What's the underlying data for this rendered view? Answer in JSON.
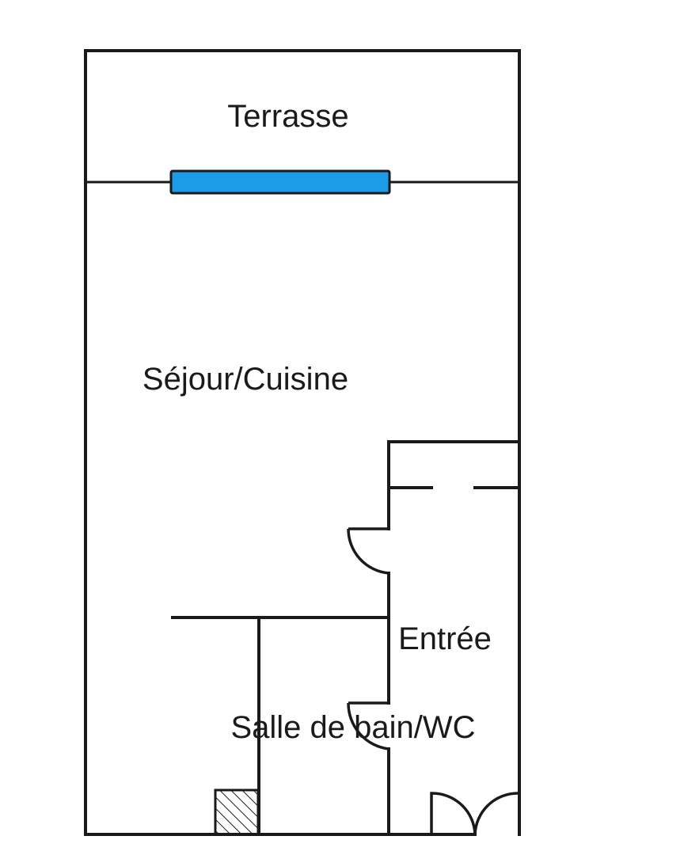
{
  "rooms": {
    "terrasse": "Terrasse",
    "sejour": "Séjour/Cuisine",
    "entree": "Entrée",
    "salle_de_bain": "Salle de bain/WC"
  },
  "colors": {
    "window": "#1c9be6",
    "walls": "#1a1a1a",
    "background": "#ffffff"
  },
  "icons": {
    "window": "window-icon",
    "door": "door-icon",
    "hatched_duct": "hatched-duct-icon"
  }
}
